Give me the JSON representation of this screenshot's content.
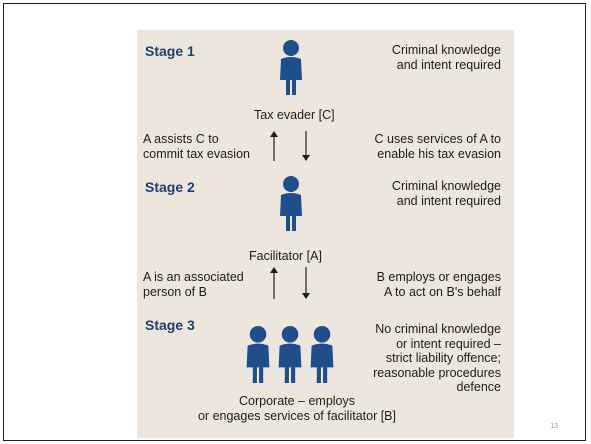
{
  "page_number": "13",
  "colors": {
    "stage_text": "#1d3f73",
    "person_icon": "#1f4e8c",
    "panel_bg": "#ece6dc"
  },
  "stage1": {
    "label": "Stage 1",
    "requirement_line1": "Criminal knowledge",
    "requirement_line2": "and intent required",
    "person_label": "Tax evader [C]"
  },
  "transition1": {
    "left_line1": "A assists C to",
    "left_line2": "commit tax evasion",
    "right_line1": "C uses services of A to",
    "right_line2": "enable his tax evasion"
  },
  "stage2": {
    "label": "Stage 2",
    "requirement_line1": "Criminal knowledge",
    "requirement_line2": "and intent required",
    "person_label": "Facilitator [A]"
  },
  "transition2": {
    "left_line1": "A is an associated",
    "left_line2": "person of B",
    "right_line1": "B employs or engages",
    "right_line2": "A to act on B's behalf"
  },
  "stage3": {
    "label": "Stage 3",
    "requirement_line1": "No criminal knowledge",
    "requirement_line2": "or intent required –",
    "requirement_line3": "strict liability offence;",
    "requirement_line4": "reasonable procedures",
    "requirement_line5": "defence",
    "group_label_line1": "Corporate – employs",
    "group_label_line2": "or engages services of facilitator [B]"
  }
}
